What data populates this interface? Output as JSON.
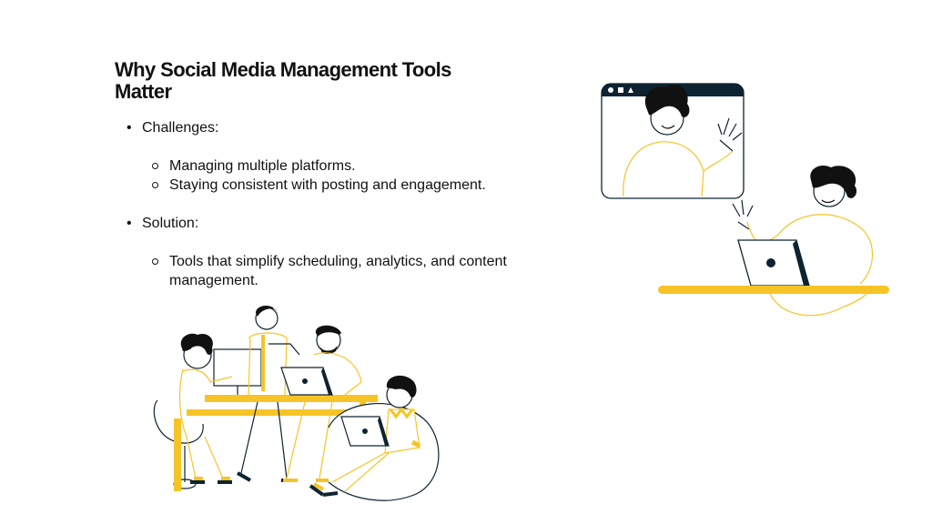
{
  "slide": {
    "title": "Why Social Media Management Tools Matter",
    "sections": [
      {
        "label": "Challenges:",
        "items": [
          "Managing multiple platforms.",
          "Staying consistent with posting and engagement."
        ]
      },
      {
        "label": "Solution:",
        "items": [
          "Tools that simplify scheduling, analytics, and content management."
        ]
      }
    ]
  },
  "colors": {
    "accent": "#F7C427",
    "ink": "#0E2330",
    "text": "#111111"
  },
  "illustrations": [
    "team-collaboration-illustration",
    "video-call-illustration"
  ]
}
